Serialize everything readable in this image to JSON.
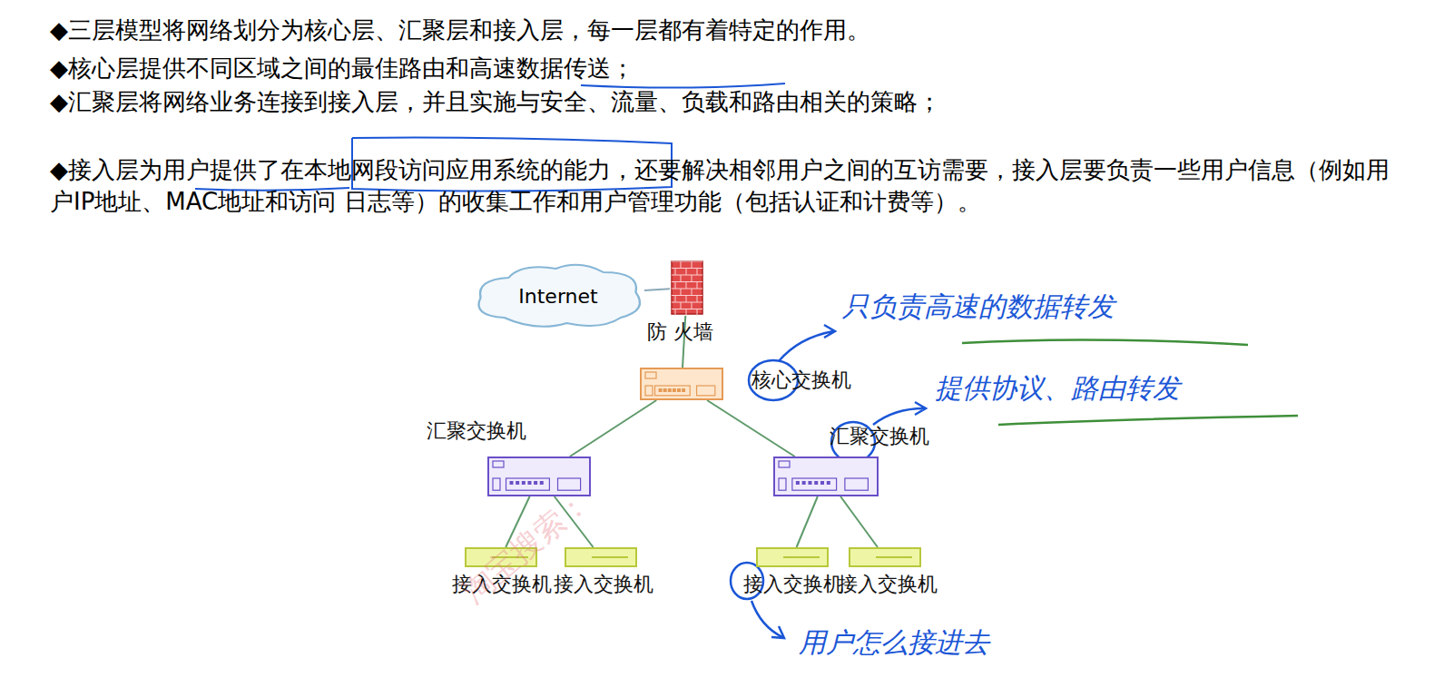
{
  "diagram": {
    "nodes": [
      {
        "text": [
          "Internet"
        ]
      },
      {
        "text": [
          "防 火墙"
        ]
      },
      {
        "text": [
          "核心交换机"
        ]
      },
      {
        "text": [
          "汇聚交换机"
        ]
      },
      {
        "text": [
          "汇聚交换机"
        ]
      },
      {
        "text": [
          "接入交换机"
        ]
      },
      {
        "text": [
          "接入交换机"
        ]
      },
      {
        "text": [
          "接入交换机"
        ]
      },
      {
        "text": [
          "接入交换机"
        ]
      }
    ],
    "edges": [
      {
        "from": 0,
        "to": 1,
        "arrow": "none"
      },
      {
        "from": 1,
        "to": 2,
        "arrow": "none"
      },
      {
        "from": 2,
        "to": 3,
        "arrow": "none"
      },
      {
        "from": 2,
        "to": 4,
        "arrow": "none"
      },
      {
        "from": 3,
        "to": 5,
        "arrow": "none"
      },
      {
        "from": 3,
        "to": 6,
        "arrow": "none"
      },
      {
        "from": 4,
        "to": 7,
        "arrow": "none"
      },
      {
        "from": 4,
        "to": 8,
        "arrow": "none"
      }
    ],
    "labels": [
      "◆三层模型将网络划分为核心层、汇聚层和接入层，每一层都有着特定的作用。",
      "◆核心层提供不同区域之间的最佳路由和高速数据传送；",
      "◆汇聚层将网络业务连接到接入层，并且实施与安全、流量、负载和路由相关的策略；",
      "◆接入层为用户提供了在本地网段访问应用系统的能力，还要解决相邻用户之间的互访需要，接入层要负责一些用户信息（例如用户IP地址、MAC地址和访问 日志等）的收集工作和用户管理功能（包括认证和计费等）。",
      "只负责高速的数据转发",
      "提供协议、路由转发",
      "用户怎么接进去",
      "淘宝搜索："
    ]
  }
}
